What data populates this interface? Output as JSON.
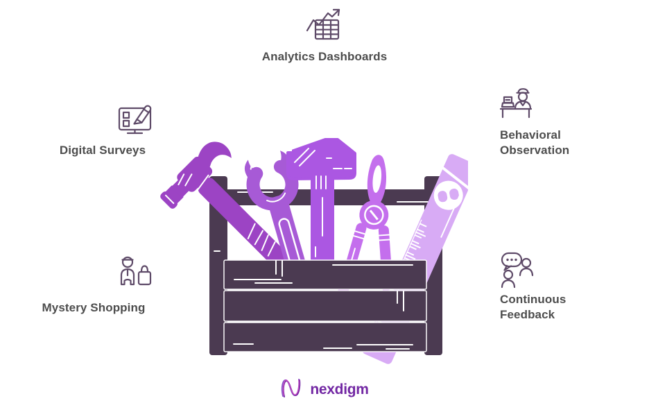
{
  "items": {
    "analytics": {
      "label": "Analytics Dashboards",
      "icon": "analytics-dashboards-icon"
    },
    "digital_surveys": {
      "label": "Digital Surveys",
      "icon": "digital-surveys-icon"
    },
    "behavioral_observation": {
      "label": "Behavioral Observation",
      "icon": "behavioral-observation-icon"
    },
    "mystery_shopping": {
      "label": "Mystery Shopping",
      "icon": "mystery-shopping-icon"
    },
    "continuous_feedback": {
      "label": "Continuous Feedback",
      "icon": "continuous-feedback-icon"
    }
  },
  "illustration": {
    "name": "toolbox-with-tools",
    "tools": [
      "hammer",
      "wrench",
      "mallet",
      "pliers",
      "spirit-level"
    ]
  },
  "logo": {
    "text": "nexdigm"
  },
  "colors": {
    "icon_stroke": "#5e4a68",
    "label_text": "#4d4d4d",
    "toolbox_dark": "#4b3a51",
    "hammer": "#9c44c4",
    "wrench": "#a75ad6",
    "mallet": "#ab57e2",
    "pliers": "#c46fed",
    "level": "#d8abf5",
    "logo_purple": "#7227a3"
  }
}
